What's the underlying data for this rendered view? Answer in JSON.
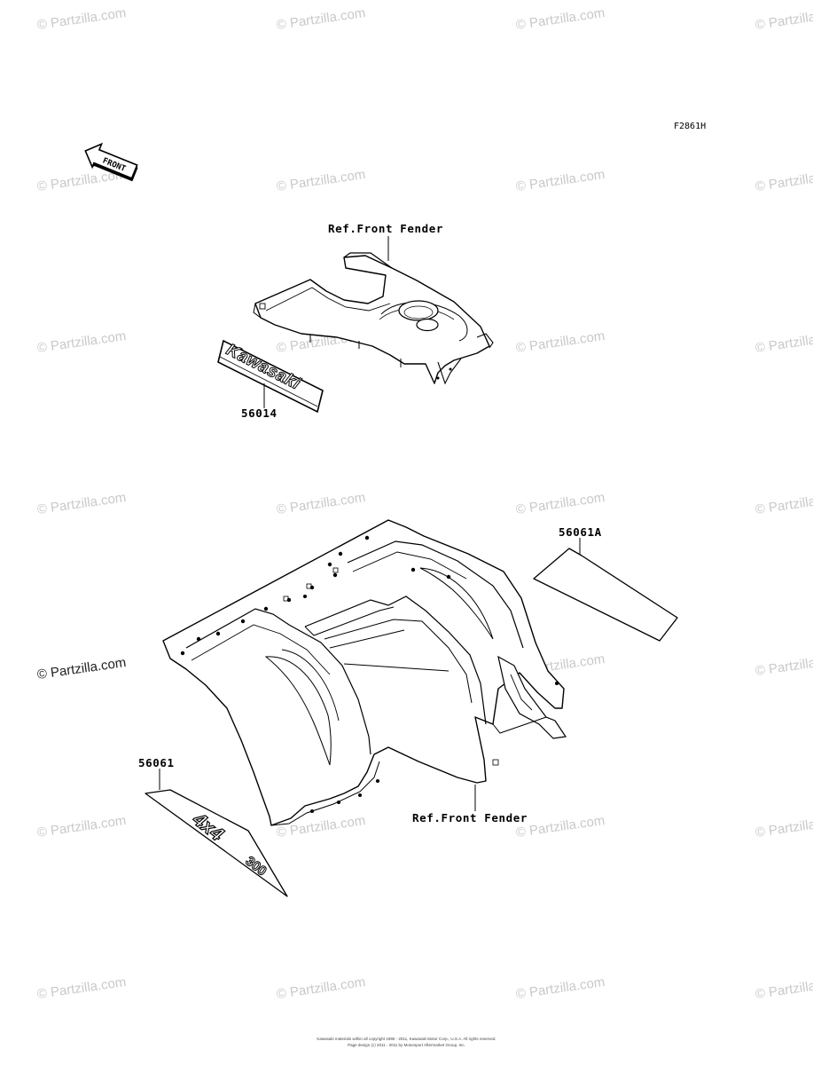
{
  "diagram": {
    "figure_code": "F2861H",
    "front_arrow_text": "FRONT",
    "watermark_text": "© Partzilla.com",
    "labels": {
      "ref_front_fender_top": "Ref.Front Fender",
      "ref_front_fender_bottom": "Ref.Front Fender",
      "part_56014": "56014",
      "part_56061A": "56061A",
      "part_56061": "56061"
    },
    "decal_kawasaki": "Kawasaki",
    "decal_4x4": "4x4",
    "decal_300": "300",
    "footer_line1": "Kawasaki materials within all copyright 1995 - 2011, Kawasaki Motor Corp., U.S.A. All rights reserved.",
    "footer_line2": "Page design (c) 2011 - 2011 by Motorsport Aftermarket Group, Inc."
  }
}
